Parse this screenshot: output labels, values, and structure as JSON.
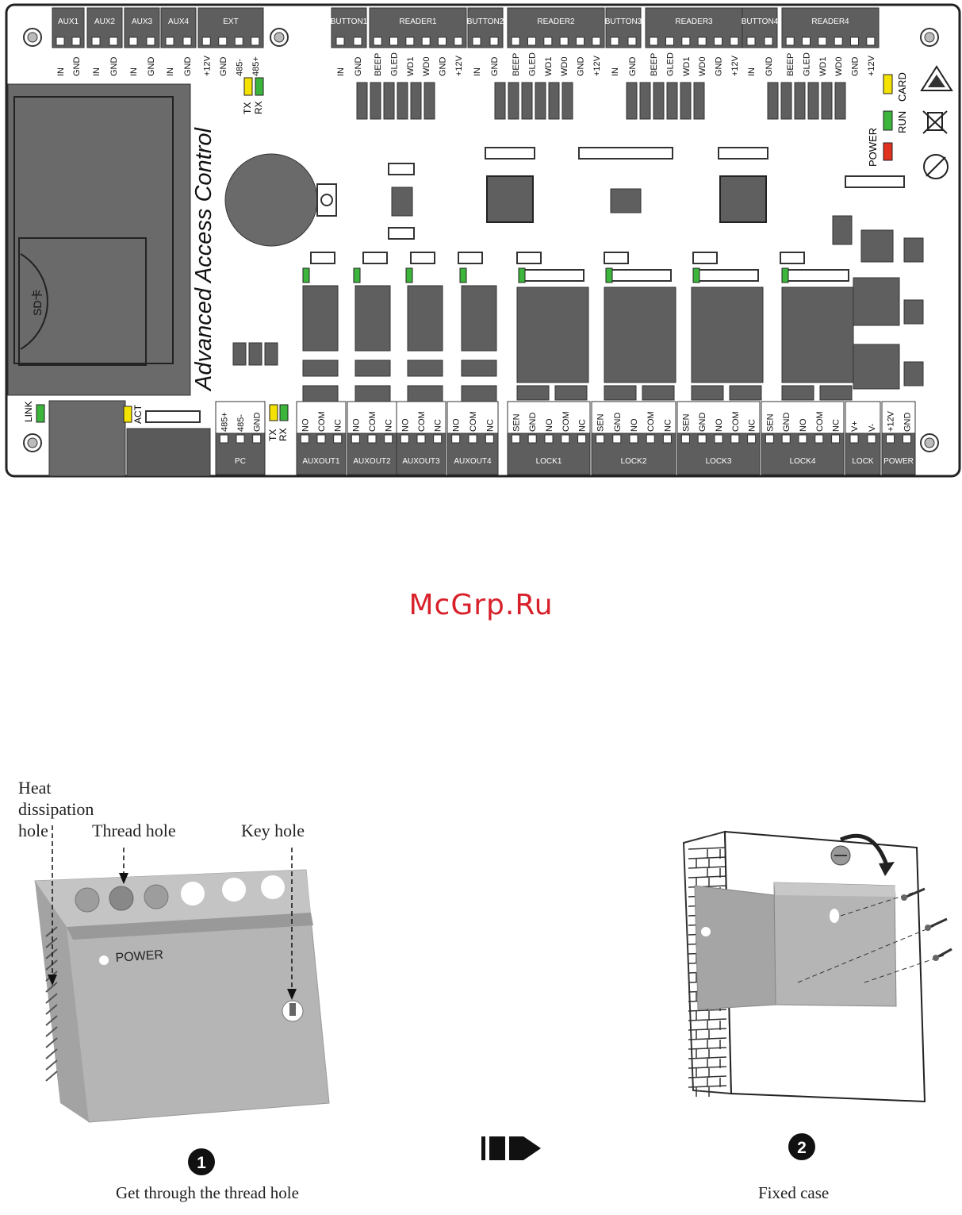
{
  "board": {
    "title": "Advanced Access Control",
    "sd_label": "SD卡",
    "top_groups": [
      {
        "name": "AUX1",
        "pins": [
          "IN",
          "GND"
        ]
      },
      {
        "name": "AUX2",
        "pins": [
          "IN",
          "GND"
        ]
      },
      {
        "name": "AUX3",
        "pins": [
          "IN",
          "GND"
        ]
      },
      {
        "name": "AUX4",
        "pins": [
          "IN",
          "GND"
        ]
      },
      {
        "name": "EXT",
        "pins": [
          "+12V",
          "GND",
          "485-",
          "485+"
        ]
      },
      {
        "name": "BUTTON1",
        "pins": [
          "IN",
          "GND"
        ]
      },
      {
        "name": "READER1",
        "pins": [
          "BEEP",
          "GLED",
          "WD1",
          "WD0",
          "GND",
          "+12V"
        ]
      },
      {
        "name": "BUTTON2",
        "pins": [
          "IN",
          "GND"
        ]
      },
      {
        "name": "READER2",
        "pins": [
          "BEEP",
          "GLED",
          "WD1",
          "WD0",
          "GND",
          "+12V"
        ]
      },
      {
        "name": "BUTTON3",
        "pins": [
          "IN",
          "GND"
        ]
      },
      {
        "name": "READER3",
        "pins": [
          "BEEP",
          "GLED",
          "WD1",
          "WD0",
          "GND",
          "+12V"
        ]
      },
      {
        "name": "BUTTON4",
        "pins": [
          "IN",
          "GND"
        ]
      },
      {
        "name": "READER4",
        "pins": [
          "BEEP",
          "GLED",
          "WD1",
          "WD0",
          "GND",
          "+12V"
        ]
      }
    ],
    "bottom_groups": [
      {
        "name": "PC",
        "pins": [
          "485+",
          "485-",
          "GND"
        ]
      },
      {
        "name": "AUXOUT1",
        "pins": [
          "NO",
          "COM",
          "NC"
        ]
      },
      {
        "name": "AUXOUT2",
        "pins": [
          "NO",
          "COM",
          "NC"
        ]
      },
      {
        "name": "AUXOUT3",
        "pins": [
          "NO",
          "COM",
          "NC"
        ]
      },
      {
        "name": "AUXOUT4",
        "pins": [
          "NO",
          "COM",
          "NC"
        ]
      },
      {
        "name": "LOCK1",
        "pins": [
          "SEN",
          "GND",
          "NO",
          "COM",
          "NC"
        ]
      },
      {
        "name": "LOCK2",
        "pins": [
          "SEN",
          "GND",
          "NO",
          "COM",
          "NC"
        ]
      },
      {
        "name": "LOCK3",
        "pins": [
          "SEN",
          "GND",
          "NO",
          "COM",
          "NC"
        ]
      },
      {
        "name": "LOCK4",
        "pins": [
          "SEN",
          "GND",
          "NO",
          "COM",
          "NC"
        ]
      },
      {
        "name": "LOCK",
        "pins": [
          "V+",
          "V-"
        ]
      },
      {
        "name": "POWER",
        "pins": [
          "+12V",
          "GND"
        ]
      }
    ],
    "leds": {
      "tx": "TX",
      "rx": "RX",
      "tx2": "TX",
      "rx2": "RX",
      "link": "LINK",
      "act": "ACT",
      "power": "POWER",
      "run": "RUN",
      "card": "CARD"
    },
    "colors": {
      "green": "#3cb53c",
      "yellow": "#f4e200",
      "red": "#e0321e",
      "chip": "#5f5f5f",
      "border": "#222222"
    }
  },
  "watermark": "McGrp.Ru",
  "install": {
    "labels": {
      "heat_line1": "Heat",
      "heat_line2": "dissipation",
      "heat_line3": "hole",
      "thread": "Thread hole",
      "key": "Key hole",
      "power": "POWER"
    },
    "steps": [
      {
        "number": "1",
        "caption": "Get through the thread hole"
      },
      {
        "number": "2",
        "caption": "Fixed case"
      }
    ]
  }
}
